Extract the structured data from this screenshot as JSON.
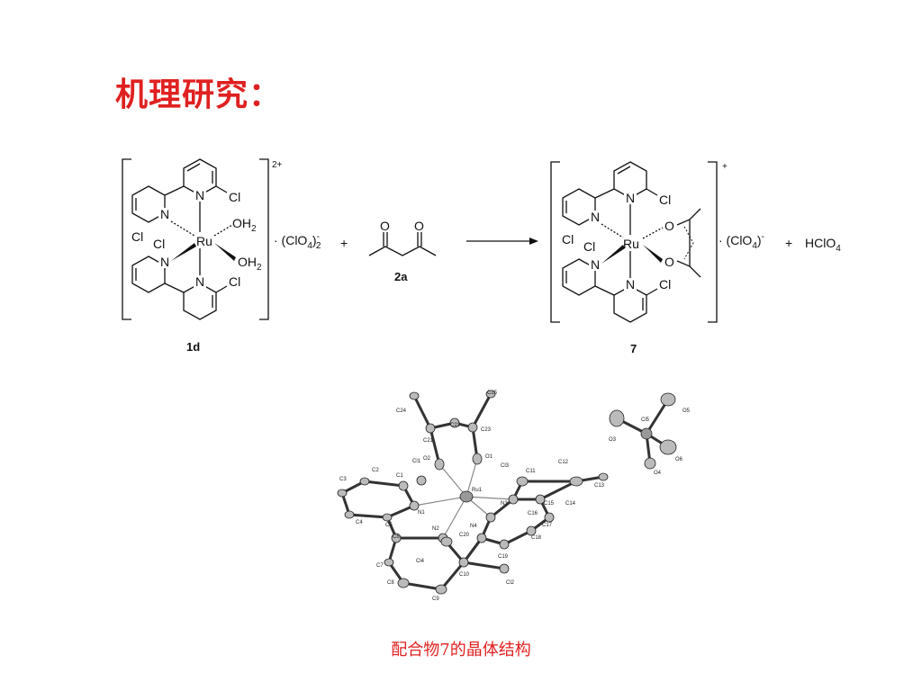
{
  "slide": {
    "title": "机理研究：",
    "caption": "配合物7的晶体结构"
  },
  "reaction": {
    "reactant1": {
      "label": "1d",
      "charge": "2+",
      "metal": "Ru",
      "ligand_top": "OH",
      "ligand_bottom": "OH",
      "sub2": "2",
      "counterion": "· (ClO",
      "counterion_sub": "4",
      "counterion_close": ")",
      "counterion_sup": "-",
      "counterion_mult": "2",
      "n_label": "N",
      "cl_label": "Cl"
    },
    "plus1": "+",
    "reactant2": {
      "label": "2a",
      "o_label": "O"
    },
    "product": {
      "label": "7",
      "charge": "+",
      "metal": "Ru",
      "o_label": "O",
      "counterion": "· (ClO",
      "counterion_sub": "4",
      "counterion_close": ")",
      "counterion_sup": "-"
    },
    "plus2": "+",
    "byproduct": "HClO",
    "byproduct_sub": "4"
  },
  "crystal": {
    "atoms": [
      "C25",
      "C24",
      "C22",
      "C23",
      "C21",
      "O2",
      "O1",
      "Cl1",
      "Cl3",
      "C11",
      "C12",
      "C13",
      "C14",
      "C15",
      "C16",
      "C17",
      "C18",
      "N3",
      "Ru1",
      "C1",
      "C2",
      "C3",
      "C4",
      "C5",
      "N1",
      "N2",
      "N4",
      "C20",
      "C6",
      "C7",
      "C8",
      "C9",
      "C10",
      "Cl4",
      "C19",
      "Cl2",
      "Cl5",
      "O3",
      "O4",
      "O5",
      "O6"
    ]
  }
}
